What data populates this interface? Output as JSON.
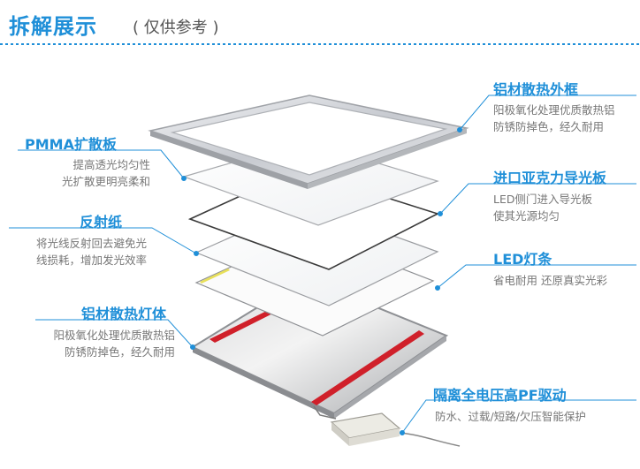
{
  "header": {
    "title": "拆解展示",
    "subtitle": "( 仅供参考 )"
  },
  "colors": {
    "accent": "#1f8fd8",
    "description": "#777777",
    "frame": "#b9bcc2",
    "red_strip": "#d0202a",
    "led_strip": "#e8e05a"
  },
  "callouts": {
    "frame": {
      "title": "铝材散热外框",
      "desc1": "阳极氧化处理优质散热铝",
      "desc2": "防锈防掉色，经久耐用"
    },
    "pmma": {
      "title": "PMMA扩散板",
      "desc1": "提高透光均匀性",
      "desc2": "光扩散更明亮柔和"
    },
    "lgp": {
      "title": "进口亚克力导光板",
      "desc1": "LED侧门进入导光板",
      "desc2": "使其光源均匀"
    },
    "reflector": {
      "title": "反射纸",
      "desc1": "将光线反射回去避免光",
      "desc2": "线损耗，增加发光效率"
    },
    "led": {
      "title": "LED灯条",
      "desc1": "省电耐用 还原真实光彩"
    },
    "body": {
      "title": "铝材散热灯体",
      "desc1": "阳极氧化处理优质散热铝",
      "desc2": "防锈防掉色，经久耐用"
    },
    "driver": {
      "title": "隔离全电压高PF驱动",
      "desc1": "防水、过载/短路/欠压智能保护"
    }
  }
}
